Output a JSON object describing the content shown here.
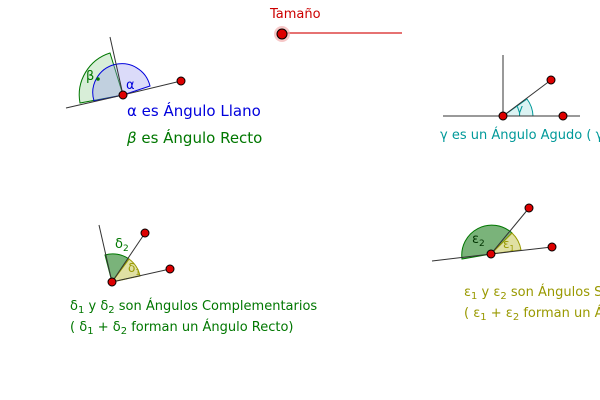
{
  "slider": {
    "label": "Tamaño",
    "color": "#cc0000"
  },
  "symbols": {
    "alpha": "α",
    "beta": "β",
    "gamma": "γ",
    "delta2": "δ",
    "delta2_sub": "2",
    "delta1": "δ",
    "delta1_sub": "1",
    "epsilon2": "ε",
    "epsilon2_sub": "2",
    "epsilon1": "ε",
    "epsilon1_sub": "1"
  },
  "captions": {
    "alpha": {
      "symbol": "α",
      "text": " es Ángulo Llano",
      "color": "#0000dd"
    },
    "beta": {
      "symbol": "β",
      "text": " es Ángulo Recto",
      "color": "#007700"
    },
    "gamma": {
      "text": "γ es un Ángulo Agudo  ( γ",
      "color": "#009999"
    },
    "delta_line1": {
      "d1": "δ",
      "d1_sub": "1",
      "mid": " y ",
      "d2": "δ",
      "d2_sub": "2",
      "rest": " son Ángulos Complementarios",
      "color": "#007700"
    },
    "delta_line2": {
      "open": "( ",
      "d1": "δ",
      "d1_sub": "1",
      "plus": " + ",
      "d2": "δ",
      "d2_sub": "2",
      "rest": "  forman un Ángulo Recto)",
      "color": "#007700"
    },
    "epsilon_line1": {
      "e1": "ε",
      "e1_sub": "1",
      "mid": " y ",
      "e2": "ε",
      "e2_sub": "2",
      "rest": " son Ángulos S",
      "color": "#999900"
    },
    "epsilon_line2": {
      "open": "( ",
      "e1": "ε",
      "e1_sub": "1",
      "plus": " + ",
      "e2": "ε",
      "e2_sub": "2",
      "rest": "  forman un Á",
      "color": "#999900"
    }
  },
  "colors": {
    "point": "#dd0000",
    "alpha_arc": "#0000dd",
    "beta_arc": "#007700",
    "gamma_arc": "#009999",
    "delta2_fill": "#4e9a4e",
    "delta1_fill": "#cccc66",
    "epsilon2_fill": "#4e9a4e",
    "epsilon1_fill": "#cccc66"
  }
}
